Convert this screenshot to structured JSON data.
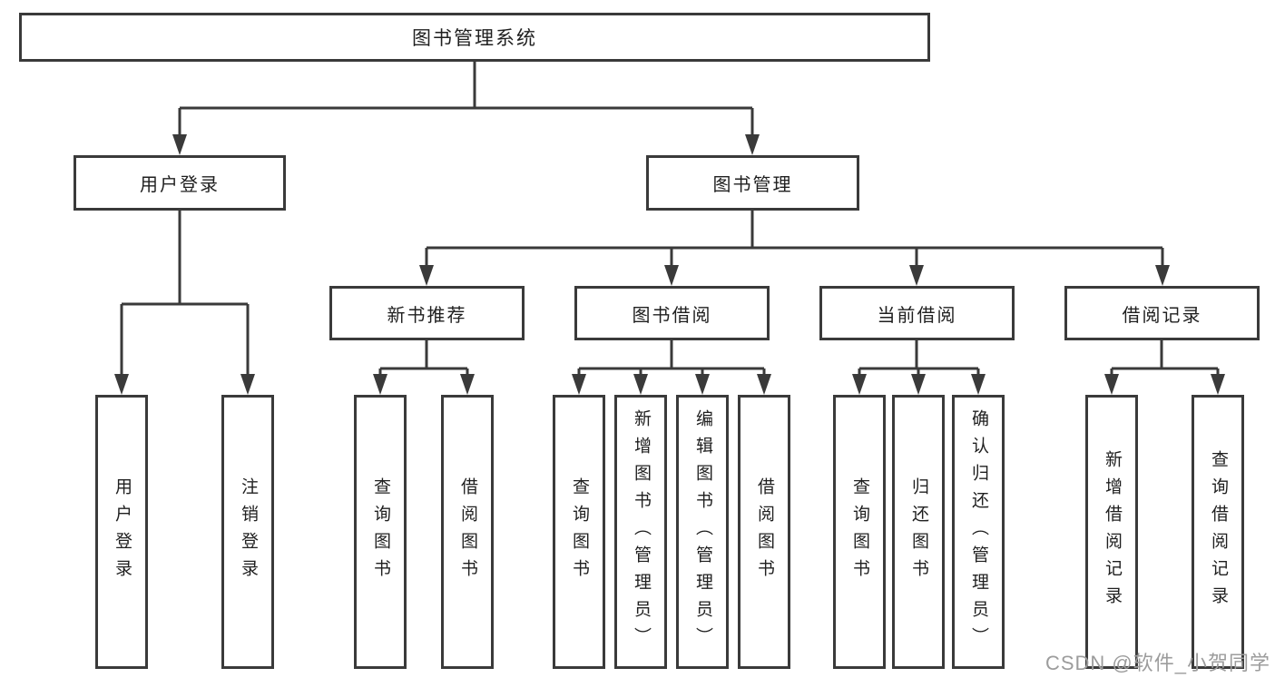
{
  "diagram": {
    "root": {
      "label": "图书管理系统",
      "children": [
        {
          "label": "用户登录",
          "children": [
            {
              "label": "用户登录"
            },
            {
              "label": "注销登录"
            }
          ]
        },
        {
          "label": "图书管理",
          "children": [
            {
              "label": "新书推荐",
              "children": [
                {
                  "label": "查询图书"
                },
                {
                  "label": "借阅图书"
                }
              ]
            },
            {
              "label": "图书借阅",
              "children": [
                {
                  "label": "查询图书"
                },
                {
                  "label": "新增图书（管理员）"
                },
                {
                  "label": "编辑图书（管理员）"
                },
                {
                  "label": "借阅图书"
                }
              ]
            },
            {
              "label": "当前借阅",
              "children": [
                {
                  "label": "查询图书"
                },
                {
                  "label": "归还图书"
                },
                {
                  "label": "确认归还（管理员）"
                }
              ]
            },
            {
              "label": "借阅记录",
              "children": [
                {
                  "label": "新增借阅记录"
                },
                {
                  "label": "查询借阅记录"
                }
              ]
            }
          ]
        }
      ]
    }
  },
  "watermark": {
    "text": "CSDN @软件_小贺同学"
  },
  "colors": {
    "line": "#3a3a3a",
    "text": "#1f1f1f",
    "watermark": "#9c9c9c"
  }
}
